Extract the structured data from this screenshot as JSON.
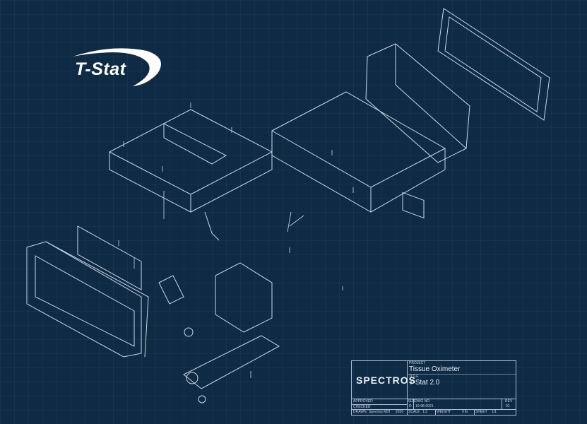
{
  "logo": {
    "text": "T-Stat"
  },
  "title_block": {
    "company": "SPECTROS",
    "project_label": "PROJECT",
    "project": "Tissue Oximeter",
    "title_label": "TITLE",
    "title": "T-Stat 2.0",
    "approved_label": "APPROVED",
    "checked_label": "CHECKED",
    "drawn_label": "DRAWN",
    "drawn_by": "Spectros MDI",
    "drawn_year": "2020",
    "size_label": "SIZE",
    "size": "D",
    "dwg_label": "DWG NO",
    "dwg_no": "10-98-0021",
    "rev_label": "REV",
    "rev": "01",
    "scale_label": "SCALE",
    "scale": "1:2",
    "weight_label": "WEIGHT",
    "weight": "9 lb",
    "sheet_label": "SHEET",
    "sheet": "1/1"
  },
  "colors": {
    "background": "#0f2a45",
    "line": "#c9d8e8"
  }
}
